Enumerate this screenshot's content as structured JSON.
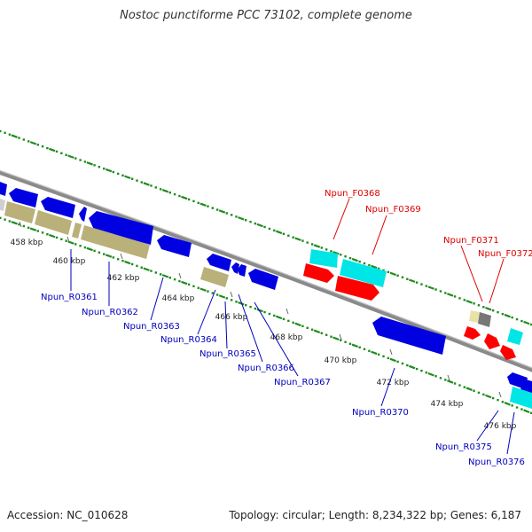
{
  "title": "Nostoc punctiforme PCC 73102, complete genome",
  "footer": {
    "accession": "Accession: NC_010628",
    "summary": "Topology: circular; Length: 8,234,322 bp; Genes: 6,187"
  },
  "colors": {
    "forward_label": "#dd0000",
    "reverse_label": "#0000bb",
    "forward_gene": "#ff0000",
    "reverse_gene": "#0000e0",
    "forward_rna": "#00e5e5",
    "reverse_rna": "#b9b07a",
    "backbone": "#8a8a8a",
    "gc_marks": "#1e8c1e",
    "unknown_gene": "#777777"
  },
  "scale_labels": [
    "458 kbp",
    "460 kbp",
    "462 kbp",
    "464 kbp",
    "466 kbp",
    "468 kbp",
    "470 kbp",
    "472 kbp",
    "474 kbp",
    "476 kbp"
  ],
  "forward_labels": [
    "Npun_F0368",
    "Npun_F0369",
    "Npun_F0371",
    "Npun_F0372"
  ],
  "reverse_labels": [
    "Npun_R0361",
    "Npun_R0362",
    "Npun_R0363",
    "Npun_R0364",
    "Npun_R0365",
    "Npun_R0366",
    "Npun_R0367",
    "Npun_R0370",
    "Npun_R0375",
    "Npun_R0376"
  ]
}
